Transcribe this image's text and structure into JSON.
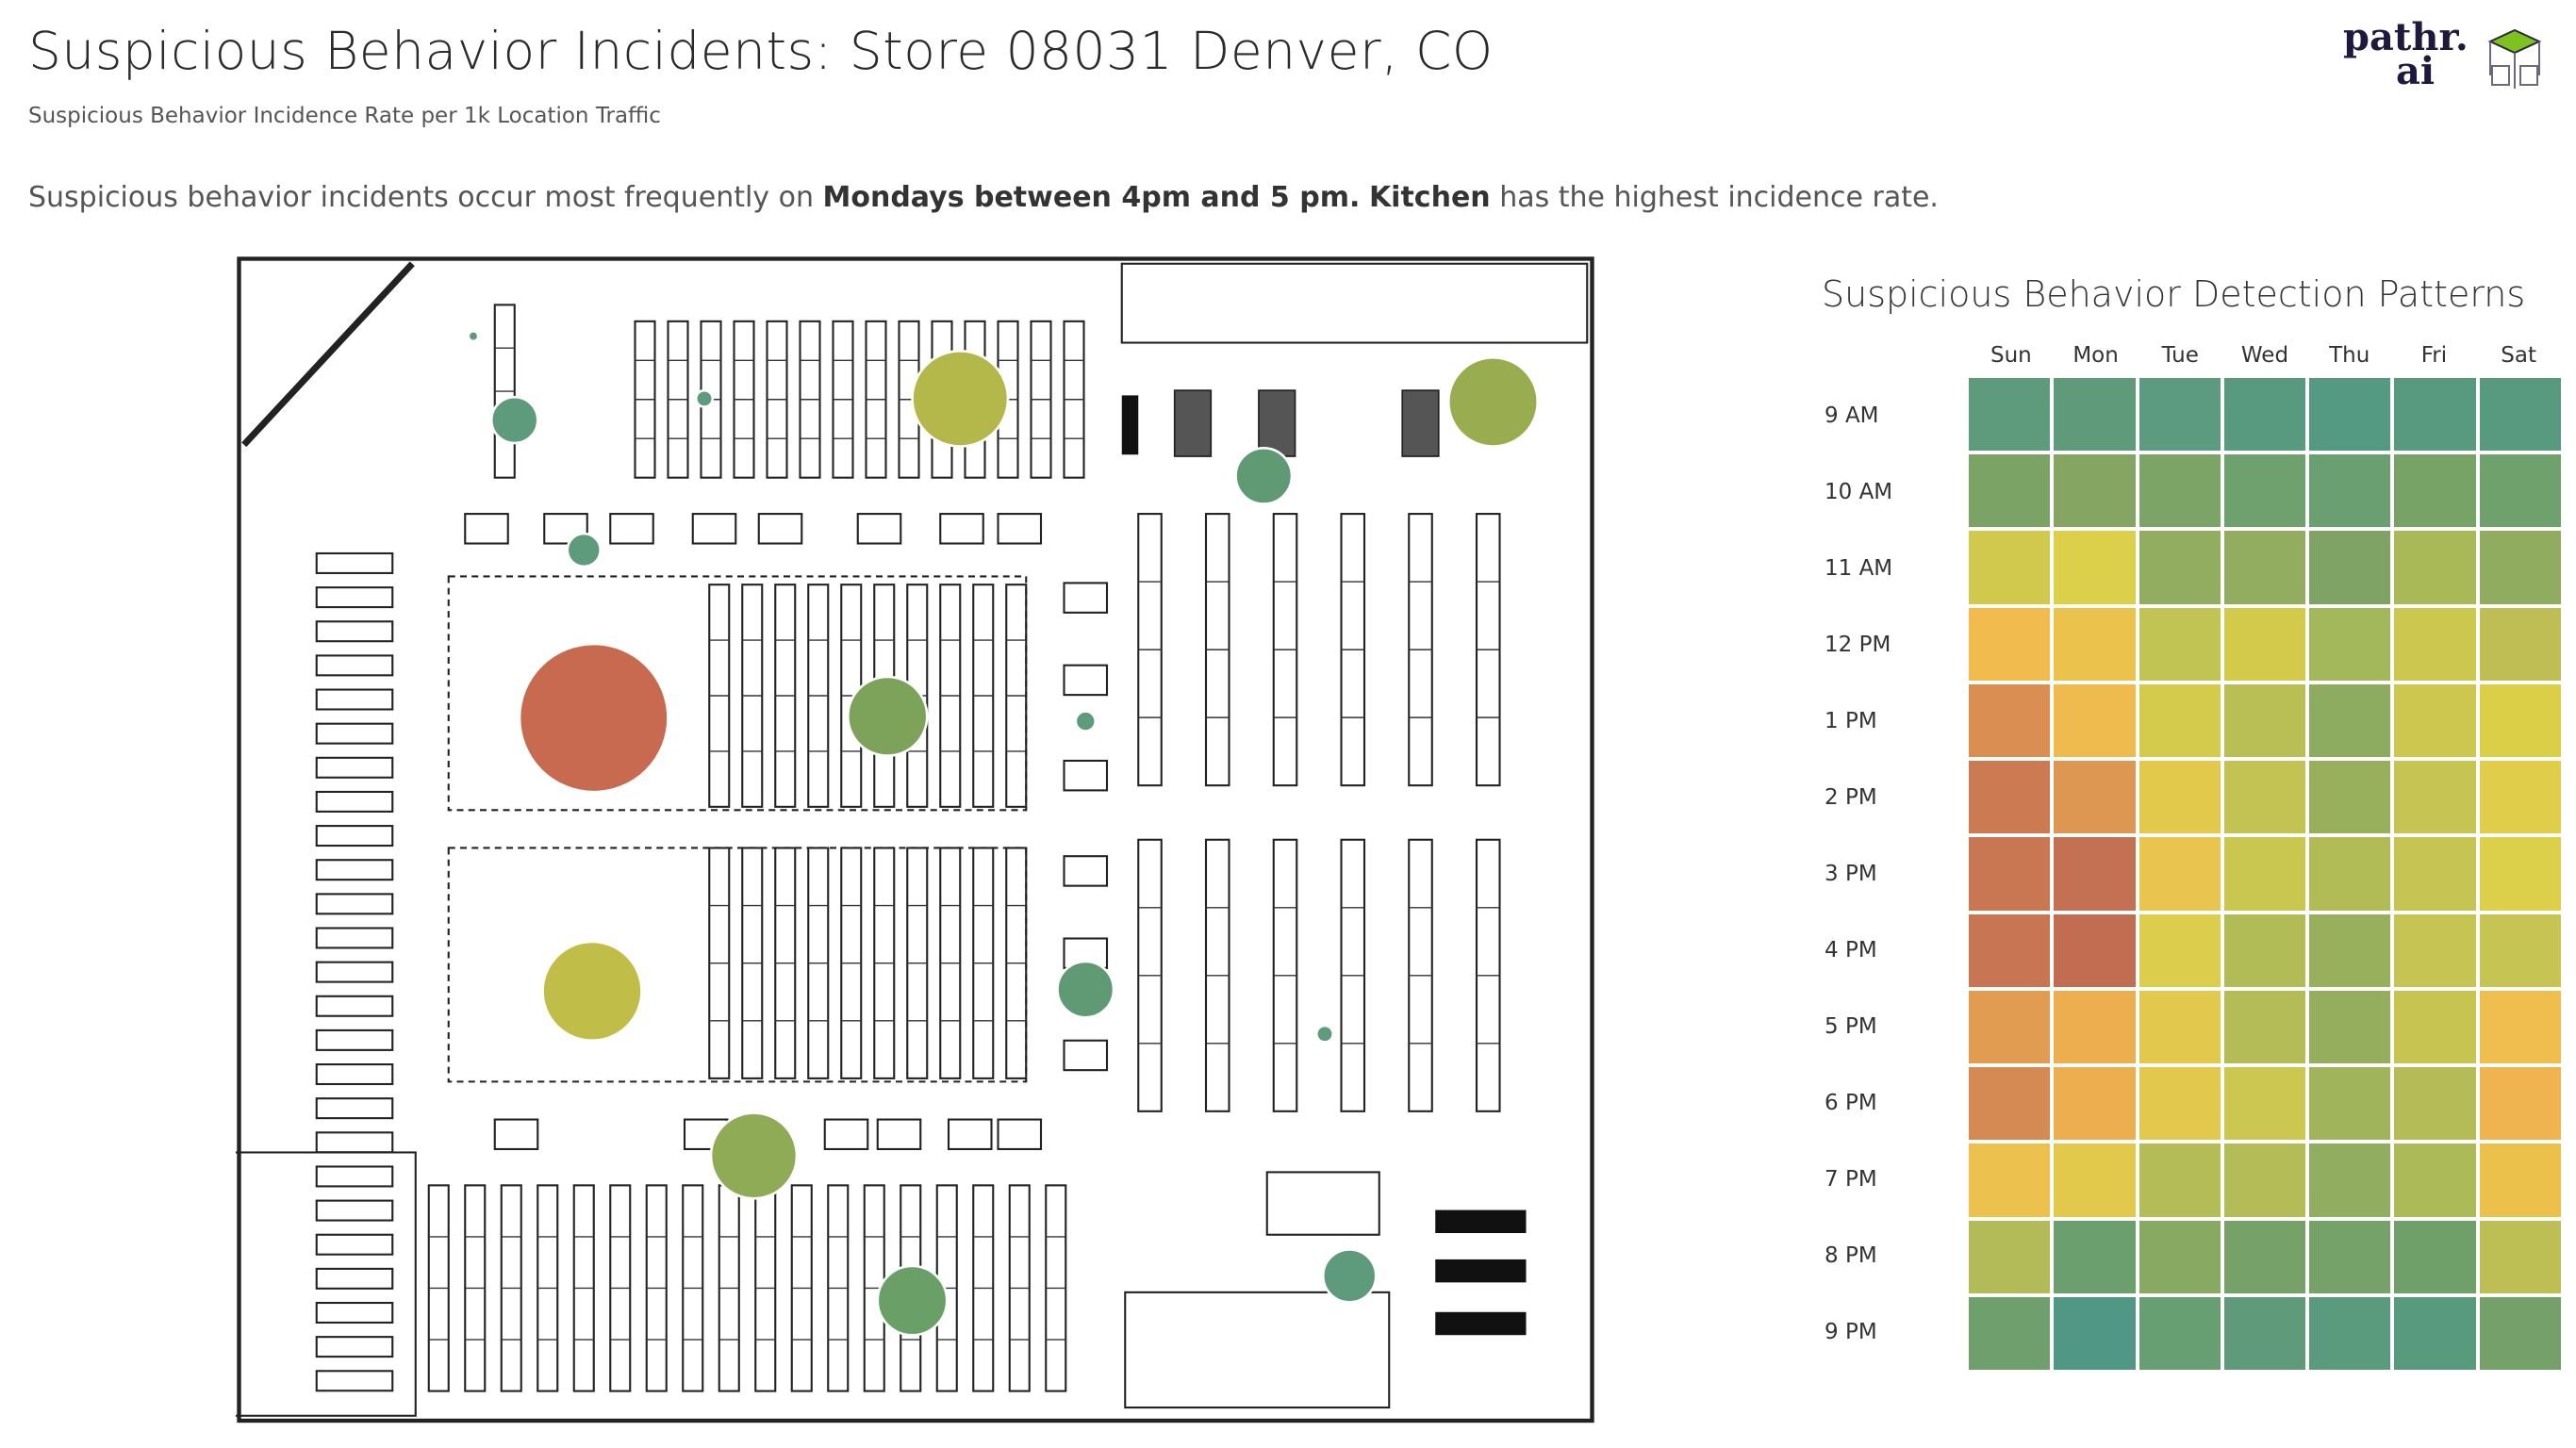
{
  "header": {
    "title": "Suspicious Behavior Incidents: Store 08031 Denver, CO",
    "subtitle": "Suspicious Behavior Incidence Rate per 1k Location Traffic",
    "insight_prefix": "Suspicious behavior incidents occur most frequently on ",
    "insight_bold1": "Mondays between 4pm and 5 pm.",
    "insight_mid": " ",
    "insight_bold2": "Kitchen",
    "insight_suffix": " has the highest incidence rate."
  },
  "logo": {
    "line1": "pathr.",
    "line2": "ai",
    "accent": "#7dc21e",
    "dark": "#1f1a3d"
  },
  "floorplan": {
    "legend_colors": {
      "low": "#5e9a7c",
      "mid": "#c0bd48",
      "high": "#c76a4f"
    }
  },
  "chart_data": {
    "type": "heatmap",
    "title": "Suspicious Behavior Detection Patterns",
    "x": [
      "Sun",
      "Mon",
      "Tue",
      "Wed",
      "Thu",
      "Fri",
      "Sat"
    ],
    "y": [
      "9 AM",
      "10 AM",
      "11 AM",
      "12 PM",
      "1 PM",
      "2 PM",
      "3 PM",
      "4 PM",
      "5 PM",
      "6 PM",
      "7 PM",
      "8 PM",
      "9 PM"
    ],
    "colors": [
      [
        "#5e9a7c",
        "#5f9a7b",
        "#5c9b7f",
        "#579a80",
        "#549982",
        "#589a80",
        "#579a80"
      ],
      [
        "#7ba365",
        "#85a563",
        "#7ca466",
        "#6ea16e",
        "#699f71",
        "#78a367",
        "#6fa16c"
      ],
      [
        "#d1c94e",
        "#dccf4a",
        "#92ad60",
        "#92ad60",
        "#7ea365",
        "#aab958",
        "#8fac5f"
      ],
      [
        "#f1bb4e",
        "#ebc24c",
        "#c1c353",
        "#d3ca4b",
        "#a3b75b",
        "#ccc84f",
        "#bfbe55"
      ],
      [
        "#da8e52",
        "#f0bb4e",
        "#d4cb4c",
        "#b9be55",
        "#8dac5f",
        "#cec74f",
        "#dccf48"
      ],
      [
        "#cc7a52",
        "#de9752",
        "#e2c94b",
        "#c3c353",
        "#98b05c",
        "#c6c452",
        "#e0cd4a"
      ],
      [
        "#c97652",
        "#c47052",
        "#e9c44e",
        "#c9c750",
        "#b1bc57",
        "#c6c453",
        "#dccf4a"
      ],
      [
        "#c87554",
        "#c26c52",
        "#ddcd4c",
        "#b1bc57",
        "#98b05c",
        "#c6c452",
        "#c6c452"
      ],
      [
        "#e29c52",
        "#edae50",
        "#e2c94d",
        "#b4bc57",
        "#95ae5d",
        "#c7c452",
        "#efbe4e"
      ],
      [
        "#d68a53",
        "#edae50",
        "#e2c84d",
        "#cbc750",
        "#a0b55b",
        "#b5bc57",
        "#efb350"
      ],
      [
        "#edc14e",
        "#e2c94b",
        "#b4bc57",
        "#b4bc57",
        "#91ad5f",
        "#acba58",
        "#ebc14c"
      ],
      [
        "#b2bb57",
        "#6c9f6e",
        "#88a962",
        "#76a169",
        "#75a269",
        "#6fa06a",
        "#bdbf55"
      ],
      [
        "#6f9f6d",
        "#509786",
        "#679f73",
        "#5f9a7a",
        "#5a9a7d",
        "#589a7d",
        "#75a069"
      ]
    ]
  }
}
